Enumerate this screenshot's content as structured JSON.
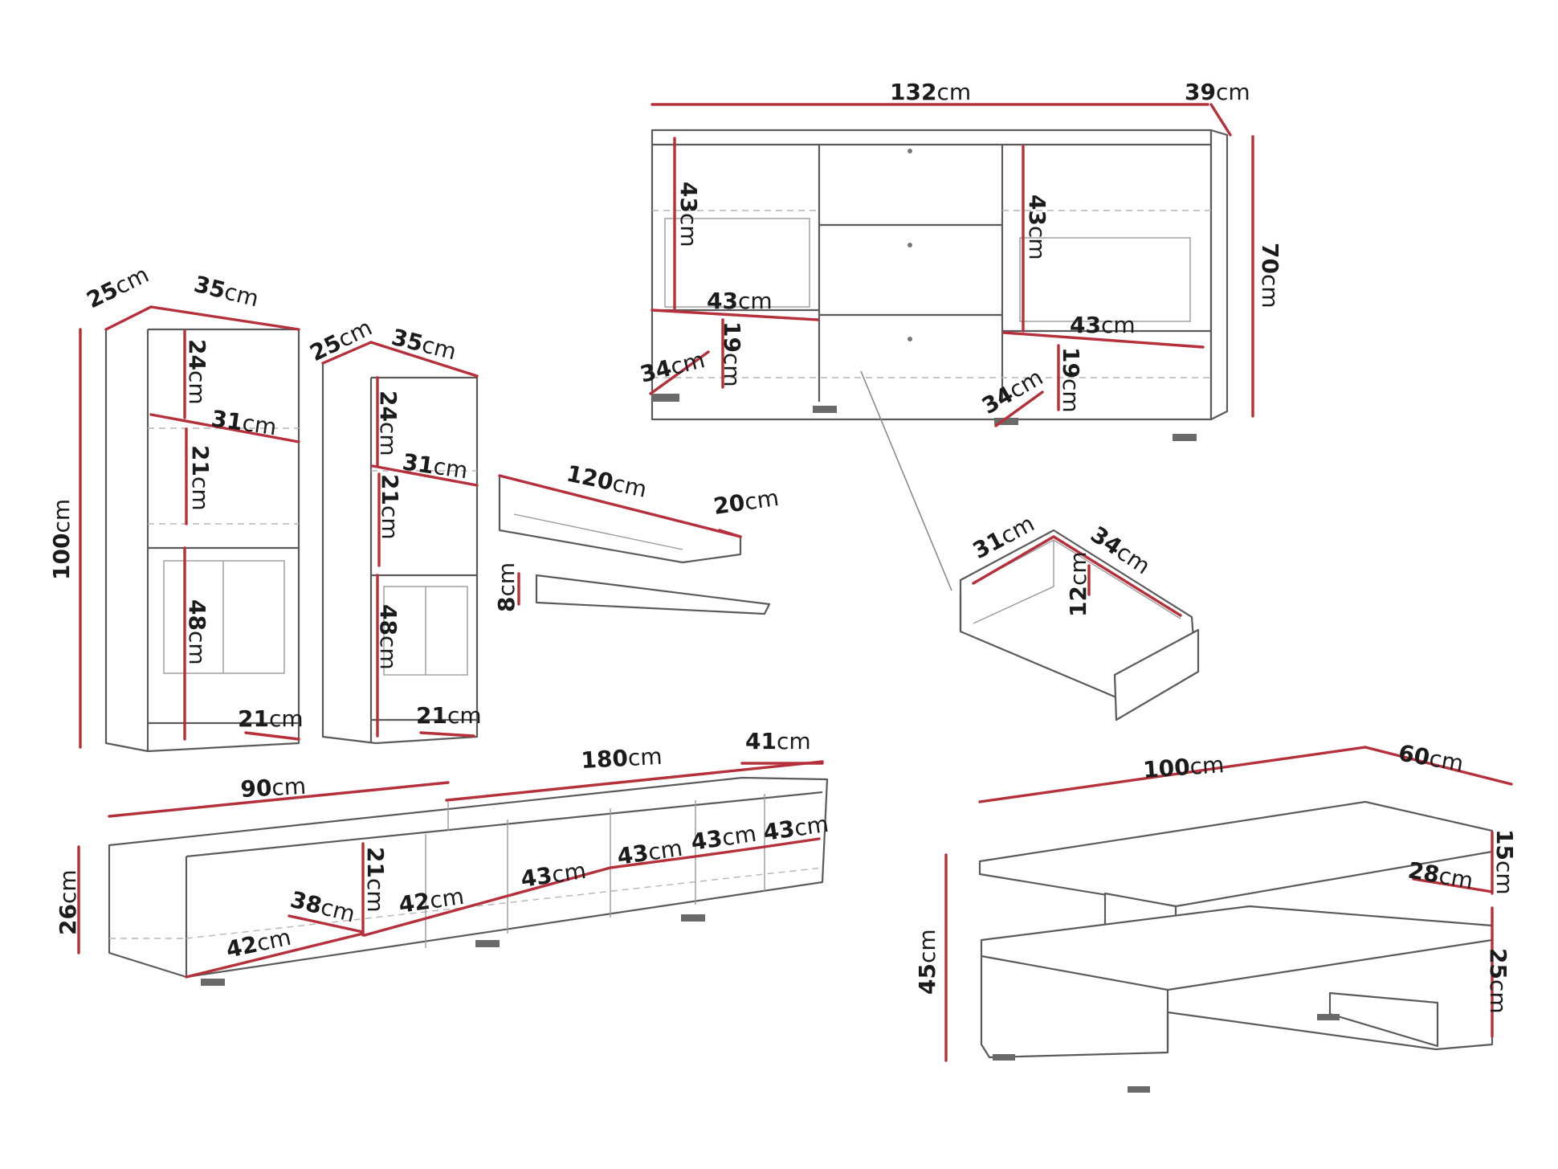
{
  "colors": {
    "dimension_line": "#b5303a",
    "outline": "#5a5a5a",
    "text": "#1b1b1b",
    "background": "#ffffff"
  },
  "units": "cm",
  "labels": {
    "sideboard_width": "132",
    "sideboard_depth": "39",
    "sideboard_height": "70",
    "sideboard_left_compartment_height": "43",
    "sideboard_left_shelf_width": "43",
    "sideboard_left_drawer_height": "19",
    "sideboard_left_depth": "34",
    "sideboard_right_compartment_height": "43",
    "sideboard_right_shelf_width": "43",
    "sideboard_right_drawer_height": "19",
    "sideboard_right_depth": "34",
    "cabinet_a_depth": "25",
    "cabinet_a_width": "35",
    "cabinet_a_height": "100",
    "cabinet_a_top_shelf": "24",
    "cabinet_a_inner_width": "31",
    "cabinet_a_mid_shelf": "21",
    "cabinet_a_door_height": "48",
    "cabinet_a_bottom_depth": "21",
    "cabinet_b_depth": "25",
    "cabinet_b_width": "35",
    "cabinet_b_top_shelf": "24",
    "cabinet_b_inner_width": "31",
    "cabinet_b_mid_shelf": "21",
    "cabinet_b_door_height": "48",
    "cabinet_b_bottom_depth": "21",
    "shelf_width": "120",
    "shelf_depth": "20",
    "shelf_height": "8",
    "drawer_width": "31",
    "drawer_depth": "34",
    "drawer_height": "12",
    "tv_total_width": "180",
    "tv_depth": "41",
    "tv_half_width": "90",
    "tv_height": "26",
    "tv_inner_height": "21",
    "tv_inner_depth": "38",
    "tv_left_bottom": "42",
    "tv_compartment_1": "42",
    "tv_compartment_2": "43",
    "tv_compartment_3": "43",
    "tv_compartment_4": "43",
    "tv_compartment_5": "43",
    "table_width": "100",
    "table_depth": "60",
    "table_height": "45",
    "table_top_height": "15",
    "table_shelf_depth": "28",
    "table_base_height": "25"
  }
}
